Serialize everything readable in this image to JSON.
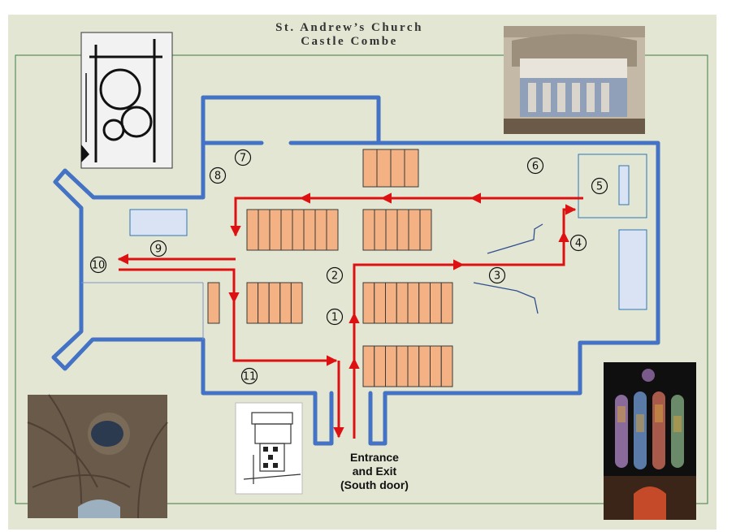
{
  "title": {
    "line1": "St. Andrew’s Church",
    "line2": "Castle Combe"
  },
  "entrance": {
    "line1": "Entrance",
    "line2": "and Exit",
    "line3": "(South door)"
  },
  "markers": [
    {
      "label": "1",
      "name": "marker-1"
    },
    {
      "label": "2",
      "name": "marker-2"
    },
    {
      "label": "3",
      "name": "marker-3"
    },
    {
      "label": "4",
      "name": "marker-4"
    },
    {
      "label": "5",
      "name": "marker-5"
    },
    {
      "label": "6",
      "name": "marker-6"
    },
    {
      "label": "7",
      "name": "marker-7"
    },
    {
      "label": "8",
      "name": "marker-8"
    },
    {
      "label": "9",
      "name": "marker-9"
    },
    {
      "label": "10",
      "name": "marker-10"
    },
    {
      "label": "11",
      "name": "marker-11"
    }
  ],
  "photos": {
    "clock": "medieval clock mechanism drawing",
    "tomb": "stone effigy tomb",
    "vault": "fan-vaulted tower ceiling",
    "font": "font drawing",
    "window": "stained glass windows"
  },
  "colors": {
    "background": "#e3e6d3",
    "walls": "#4472c4",
    "route": "#dd1111",
    "pews": "#f4b183",
    "furniture": "#dae3f3"
  }
}
